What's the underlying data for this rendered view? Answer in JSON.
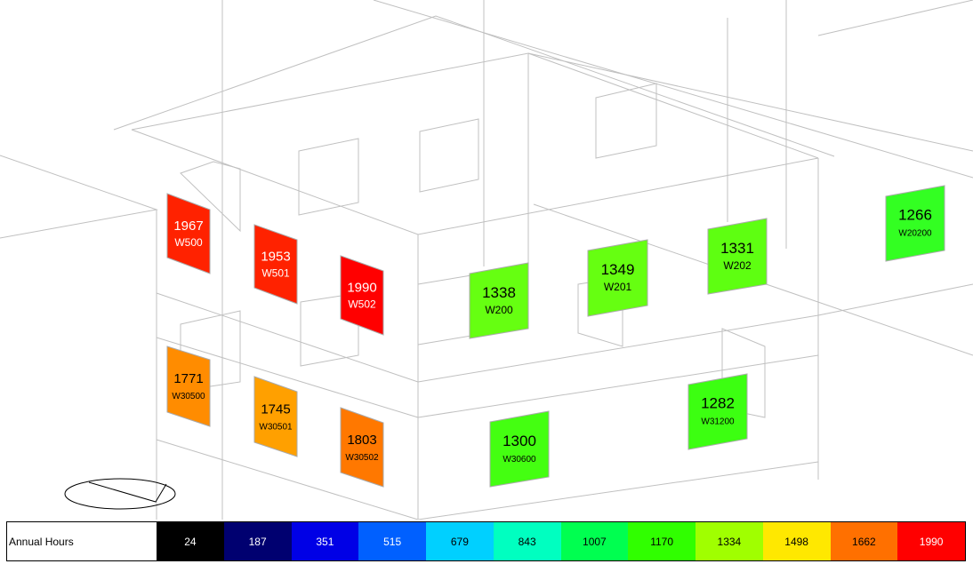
{
  "panels": [
    {
      "value": "1967",
      "label": "W500",
      "color": "#ff2200",
      "text": "#ffffff"
    },
    {
      "value": "1953",
      "label": "W501",
      "color": "#ff2200",
      "text": "#ffffff"
    },
    {
      "value": "1990",
      "label": "W502",
      "color": "#ff0000",
      "text": "#ffffff"
    },
    {
      "value": "1771",
      "label": "W30500",
      "color": "#ff8c00",
      "text": "#000000"
    },
    {
      "value": "1745",
      "label": "W30501",
      "color": "#ffa000",
      "text": "#000000"
    },
    {
      "value": "1803",
      "label": "W30502",
      "color": "#ff7800",
      "text": "#000000"
    },
    {
      "value": "1338",
      "label": "W200",
      "color": "#66ff11",
      "text": "#000000"
    },
    {
      "value": "1349",
      "label": "W201",
      "color": "#66ff11",
      "text": "#000000"
    },
    {
      "value": "1331",
      "label": "W202",
      "color": "#5eff11",
      "text": "#000000"
    },
    {
      "value": "1266",
      "label": "W20200",
      "color": "#33ff22",
      "text": "#000000"
    },
    {
      "value": "1300",
      "label": "W30600",
      "color": "#44ff11",
      "text": "#000000"
    },
    {
      "value": "1282",
      "label": "W31200",
      "color": "#3cff11",
      "text": "#000000"
    }
  ],
  "legend": {
    "title": "Annual Hours",
    "stops": [
      {
        "value": "24",
        "color": "#000000",
        "text": "#ffffff"
      },
      {
        "value": "187",
        "color": "#000070",
        "text": "#ffffff"
      },
      {
        "value": "351",
        "color": "#0000e6",
        "text": "#ffffff"
      },
      {
        "value": "515",
        "color": "#0060ff",
        "text": "#ffffff"
      },
      {
        "value": "679",
        "color": "#00d0ff",
        "text": "#000000"
      },
      {
        "value": "843",
        "color": "#00ffc0",
        "text": "#000000"
      },
      {
        "value": "1007",
        "color": "#00ff50",
        "text": "#000000"
      },
      {
        "value": "1170",
        "color": "#30ff00",
        "text": "#000000"
      },
      {
        "value": "1334",
        "color": "#a0ff00",
        "text": "#000000"
      },
      {
        "value": "1498",
        "color": "#ffe800",
        "text": "#000000"
      },
      {
        "value": "1662",
        "color": "#ff7000",
        "text": "#000000"
      },
      {
        "value": "1990",
        "color": "#ff0000",
        "text": "#ffffff"
      }
    ]
  }
}
